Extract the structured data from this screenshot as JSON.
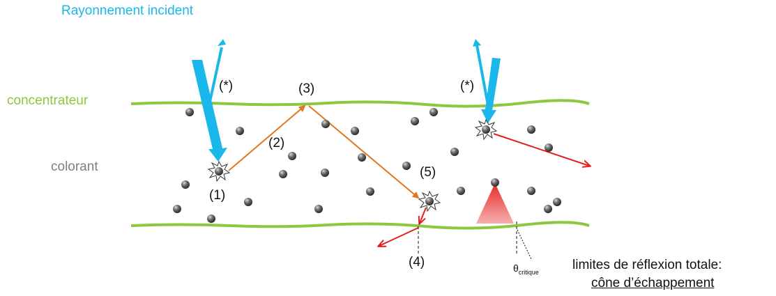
{
  "labels": {
    "incident": "Rayonnement incident",
    "concentrator": "concentrateur",
    "dye": "colorant",
    "step1": "(1)",
    "step2": "(2)",
    "step3": "(3)",
    "step4": "(4)",
    "step5": "(5)",
    "star_left": "(*)",
    "star_right": "(*)",
    "theta": "θ",
    "theta_sub": "critique",
    "limits": "limites de réflexion totale:",
    "cone": "cône d’échappement"
  },
  "colors": {
    "incident": "#1ab7ea",
    "interface": "#8dc63f",
    "dye_label": "#7f7f7f",
    "path": "#e0771f",
    "escape": "#e51d1d",
    "cone": "#e51d1d"
  }
}
